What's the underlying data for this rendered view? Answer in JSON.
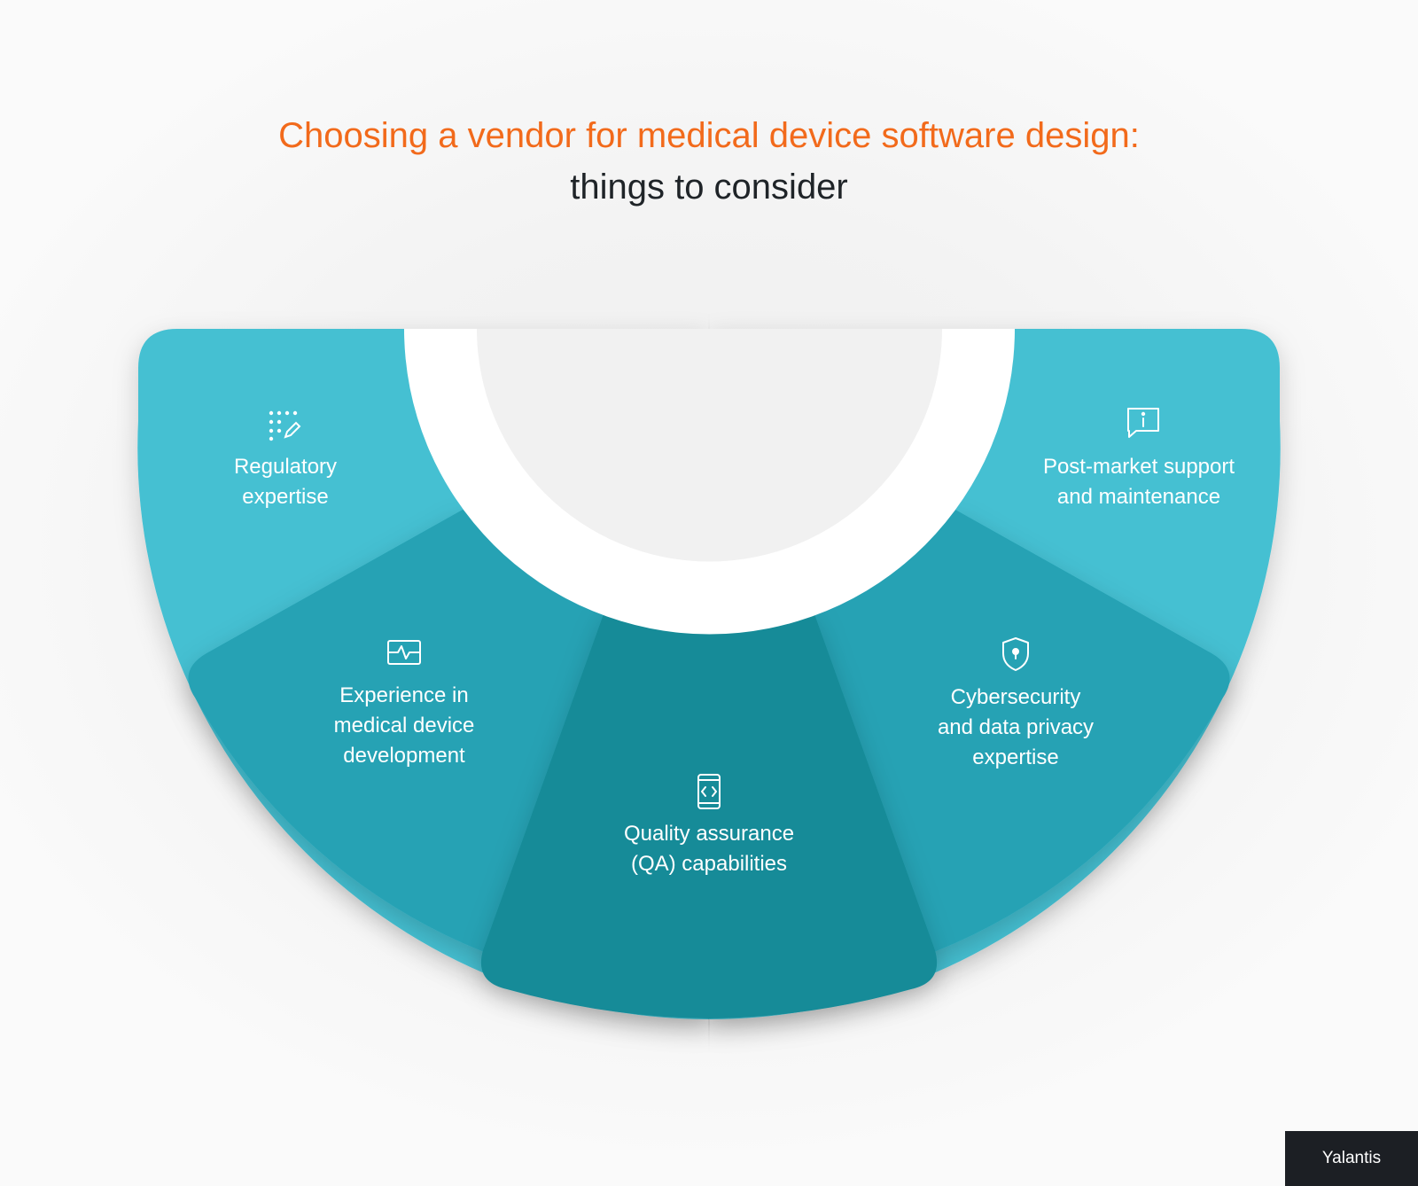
{
  "title": {
    "line1": "Choosing a vendor for medical device software design:",
    "line2": "things to consider"
  },
  "segments": [
    {
      "lines": [
        "Regulatory",
        "expertise"
      ],
      "icon": "dots-pencil-icon"
    },
    {
      "lines": [
        "Experience in",
        "medical device",
        "development"
      ],
      "icon": "heartbeat-monitor-icon"
    },
    {
      "lines": [
        "Quality assurance",
        "(QA) capabilities"
      ],
      "icon": "mobile-code-icon"
    },
    {
      "lines": [
        "Cybersecurity",
        "and data privacy",
        "expertise"
      ],
      "icon": "shield-lock-icon"
    },
    {
      "lines": [
        "Post-market support",
        "and maintenance"
      ],
      "icon": "info-chat-icon"
    }
  ],
  "colors": {
    "title_accent": "#f26a1b",
    "title_dark": "#1f2428",
    "segment_light": "#44c0d2",
    "segment_mid": "#25a2b4",
    "segment_dark": "#168b98",
    "ring": "#ffffff"
  },
  "brand": "Yalantis"
}
